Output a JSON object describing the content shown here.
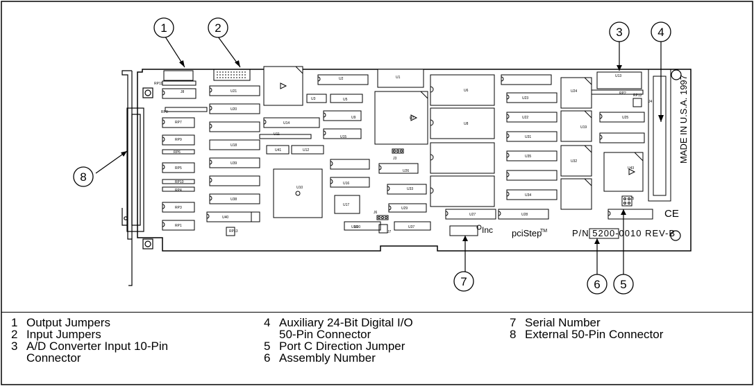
{
  "board": {
    "product_name": "pciStep",
    "trademark": "TM",
    "inc_text": "Inc",
    "part_number": "P/N 5200-0010 REV-B",
    "made_in": "MADE IN U.S.A. 1997",
    "ce_mark": "CE"
  },
  "callouts": [
    {
      "number": "1"
    },
    {
      "number": "2"
    },
    {
      "number": "3"
    },
    {
      "number": "4"
    },
    {
      "number": "5"
    },
    {
      "number": "6"
    },
    {
      "number": "7"
    },
    {
      "number": "8"
    }
  ],
  "components": [
    {
      "ref": "U10"
    },
    {
      "ref": "U7"
    },
    {
      "ref": "U8"
    },
    {
      "ref": "U6"
    },
    {
      "ref": "U5"
    },
    {
      "ref": "U9"
    },
    {
      "ref": "U3"
    },
    {
      "ref": "U21"
    },
    {
      "ref": "U20"
    },
    {
      "ref": "U14"
    },
    {
      "ref": "U18"
    },
    {
      "ref": "U41"
    },
    {
      "ref": "U12"
    },
    {
      "ref": "U22"
    },
    {
      "ref": "U23"
    },
    {
      "ref": "U24"
    },
    {
      "ref": "U19"
    },
    {
      "ref": "U25"
    },
    {
      "ref": "U26"
    },
    {
      "ref": "U27"
    },
    {
      "ref": "U28"
    },
    {
      "ref": "U29"
    },
    {
      "ref": "U30"
    },
    {
      "ref": "U31"
    },
    {
      "ref": "U32"
    },
    {
      "ref": "U33"
    },
    {
      "ref": "U34"
    },
    {
      "ref": "U35"
    },
    {
      "ref": "U36"
    },
    {
      "ref": "U37"
    },
    {
      "ref": "U38"
    },
    {
      "ref": "U39"
    },
    {
      "ref": "U43"
    },
    {
      "ref": "U15"
    },
    {
      "ref": "U11"
    },
    {
      "ref": "U16"
    },
    {
      "ref": "U17"
    },
    {
      "ref": "U1"
    },
    {
      "ref": "U2"
    },
    {
      "ref": "U13"
    },
    {
      "ref": "U40"
    },
    {
      "ref": "RP1"
    },
    {
      "ref": "RP2"
    },
    {
      "ref": "RP3"
    },
    {
      "ref": "RP4"
    },
    {
      "ref": "RP5"
    },
    {
      "ref": "RP6"
    },
    {
      "ref": "RP7"
    },
    {
      "ref": "RP8"
    },
    {
      "ref": "RP9"
    },
    {
      "ref": "RP10"
    },
    {
      "ref": "RP11"
    },
    {
      "ref": "RP12"
    },
    {
      "ref": "RP13"
    },
    {
      "ref": "J3"
    },
    {
      "ref": "J4"
    },
    {
      "ref": "J5"
    },
    {
      "ref": "J6"
    },
    {
      "ref": "J7"
    },
    {
      "ref": "J8"
    }
  ],
  "legend": {
    "columns": [
      [
        {
          "num": "1",
          "text": "Output Jumpers"
        },
        {
          "num": "2",
          "text": "Input Jumpers"
        },
        {
          "num": "3",
          "text": "A/D Converter Input 10-Pin\nConnector"
        }
      ],
      [
        {
          "num": "4",
          "text": "Auxiliary 24-Bit Digital I/O\n50-Pin Connector"
        },
        {
          "num": "5",
          "text": "Port C Direction Jumper"
        },
        {
          "num": "6",
          "text": "Assembly Number"
        }
      ],
      [
        {
          "num": "7",
          "text": "Serial Number"
        },
        {
          "num": "8",
          "text": "External 50-Pin Connector"
        }
      ]
    ]
  }
}
